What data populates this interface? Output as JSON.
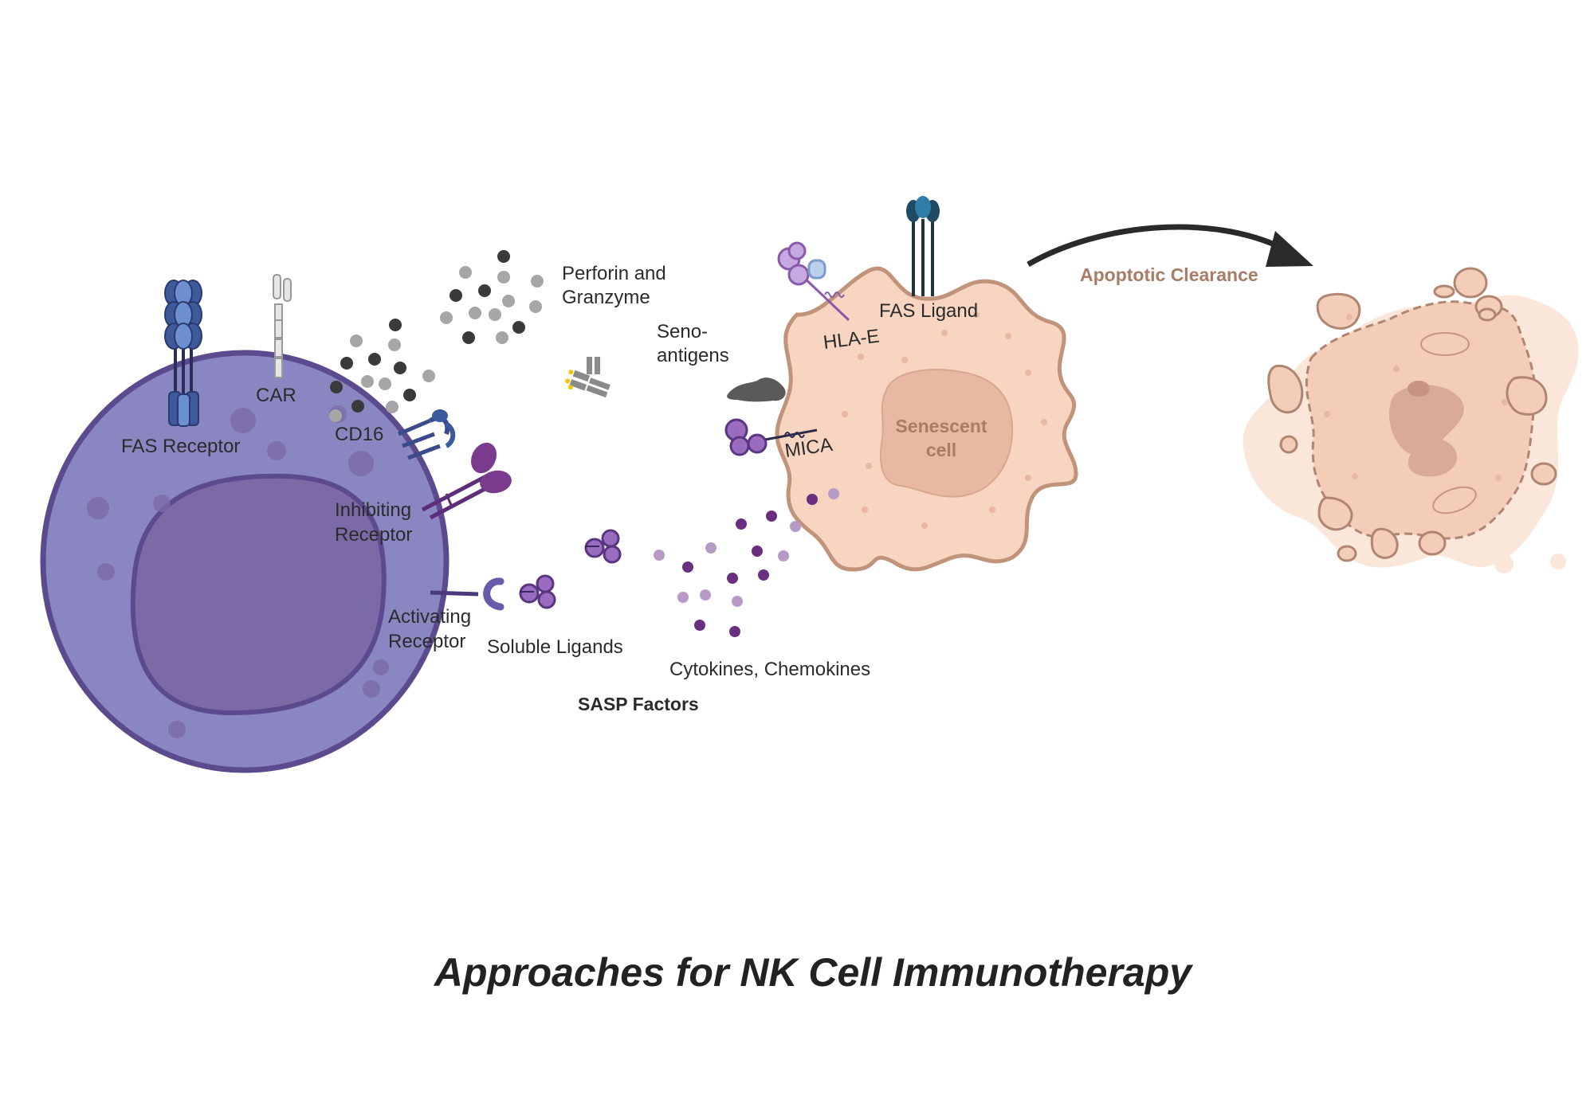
{
  "title": "Approaches for NK Cell Immunotherapy",
  "labels": {
    "fas_receptor": "FAS Receptor",
    "car": "CAR",
    "cd16": "CD16",
    "perforin_line1": "Perforin and",
    "perforin_line2": "Granzyme",
    "seno_line1": "Seno-",
    "seno_line2": "antigens",
    "hla_e": "HLA-E",
    "fas_ligand": "FAS Ligand",
    "mica": "MICA",
    "inhibiting_line1": "Inhibiting",
    "inhibiting_line2": "Receptor",
    "activating_line1": "Activating",
    "activating_line2": "Receptor",
    "soluble_ligands": "Soluble Ligands",
    "cytokines": "Cytokines, Chemokines",
    "sasp": "SASP Factors",
    "senescent_line1": "Senescent",
    "senescent_line2": "cell",
    "apoptotic": "Apoptotic Clearance"
  },
  "icons": [
    "nk-cell-icon",
    "senescent-cell-icon",
    "apoptotic-cell-icon",
    "antibody-icon",
    "seno-antigen-icon",
    "arrow-icon"
  ],
  "colors": {
    "nk_cell": "#8a86c2",
    "nk_border": "#5c4a8f",
    "senescent": "#f7d5c1",
    "senescent_border": "#c0937a",
    "accent_brown": "#a97c66",
    "perforin_dark": "#4a4a4a",
    "perforin_light": "#a9a9a9",
    "sasp_purple": "#6a2f7f",
    "sasp_light": "#b89ac8"
  }
}
